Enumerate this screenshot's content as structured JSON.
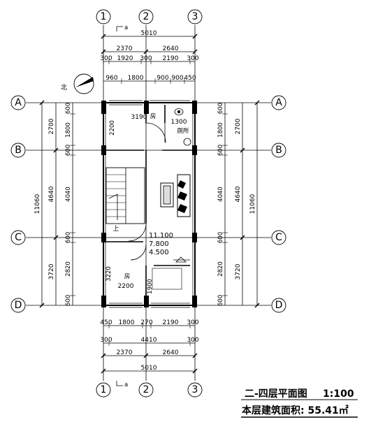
{
  "axes": {
    "columns": [
      "1",
      "2",
      "3"
    ],
    "rows": [
      "A",
      "B",
      "C",
      "D"
    ]
  },
  "dimensions": {
    "top_total": "5010",
    "top_row2": [
      "2370",
      "2640"
    ],
    "top_row3": [
      "300",
      "1920",
      "300",
      "2190",
      "300"
    ],
    "top_row4": [
      "960",
      "1800",
      "900",
      "900",
      "450"
    ],
    "bottom_row1": [
      "450",
      "1800",
      "270",
      "2190",
      "300"
    ],
    "bottom_row2": [
      "300",
      "4410",
      "300"
    ],
    "bottom_row3": [
      "2370",
      "2640"
    ],
    "bottom_total": "5010",
    "left_outer": "11060",
    "left_mid": [
      "2700",
      "4640",
      "3720"
    ],
    "left_inner": [
      "600",
      "1800",
      "600",
      "4040",
      "600",
      "2820",
      "600"
    ],
    "right_inner": [
      "600",
      "1800",
      "600",
      "4040",
      "600",
      "2820",
      "600"
    ],
    "right_mid": [
      "2700",
      "4640",
      "3720"
    ],
    "right_outer": "11060"
  },
  "rooms": {
    "bedroom_top": {
      "label": "房",
      "width": "3190",
      "depth": "2200"
    },
    "toilet": {
      "label": "厕所",
      "width": "1300"
    },
    "bedroom_bottom": {
      "label": "房",
      "width": "2200",
      "depth": "3220"
    },
    "stair_label": "上",
    "lower_dim": "1900"
  },
  "elevations": [
    "11.100",
    "7.800",
    "4.500"
  ],
  "north_label": "北",
  "section_mark": "a",
  "title": "二-四层平面图",
  "scale": "1:100",
  "area_text": "本层建筑面积: 55.41㎡"
}
